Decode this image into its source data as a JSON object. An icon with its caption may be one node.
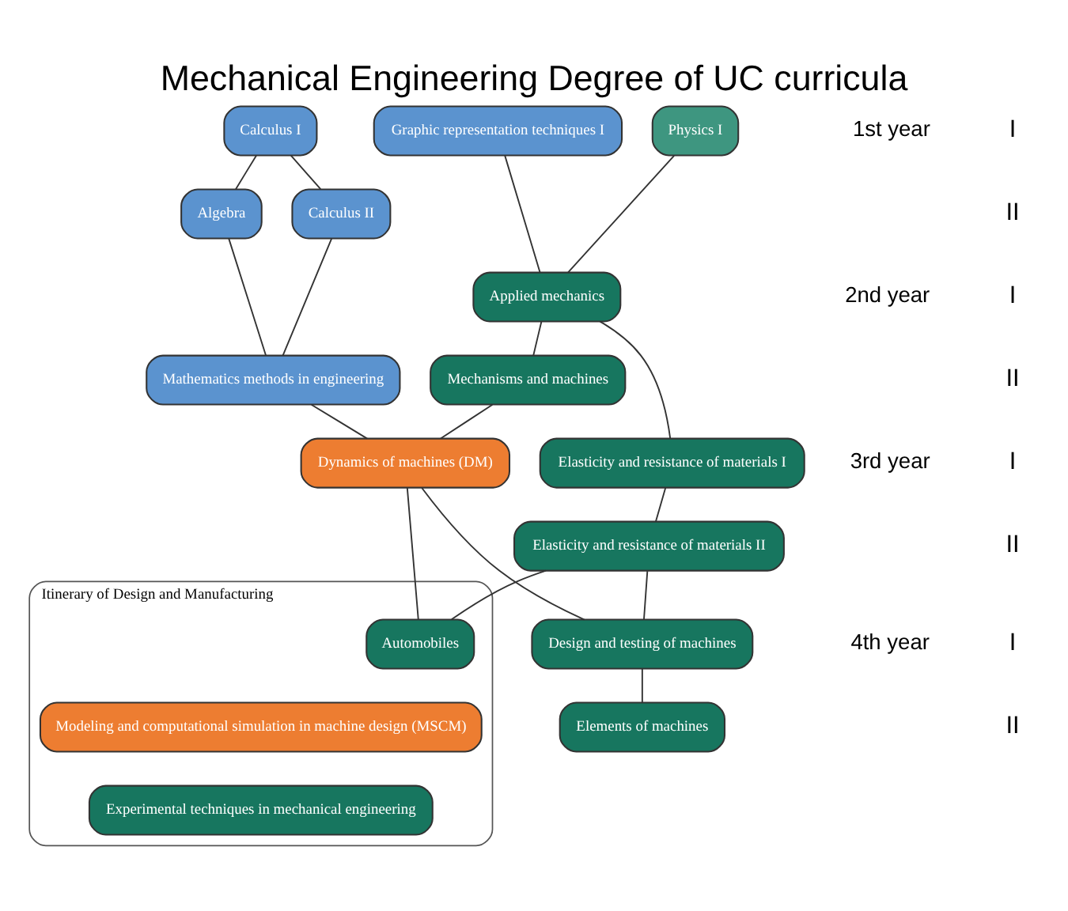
{
  "diagram": {
    "title": "Mechanical Engineering Degree of UC curricula",
    "nodes": [
      {
        "text": [
          "Calculus I"
        ]
      },
      {
        "text": [
          "Graphic representation techniques I"
        ]
      },
      {
        "text": [
          "Physics I"
        ]
      },
      {
        "text": [
          "Calculus II"
        ]
      },
      {
        "text": [
          "Algebra"
        ]
      },
      {
        "text": [
          "Applied mechanics"
        ]
      },
      {
        "text": [
          "Mathematics methods in engineering"
        ]
      },
      {
        "text": [
          "Mechanisms and machines"
        ]
      },
      {
        "text": [
          "Dynamics of machines (DM)"
        ]
      },
      {
        "text": [
          "Elasticity and resistance of materials I"
        ]
      },
      {
        "text": [
          "Elasticity and resistance of materials II"
        ]
      },
      {
        "text": [
          "Itinerary of Design and Manufacturing"
        ]
      },
      {
        "text": [
          "Automobiles"
        ],
        "in": 11
      },
      {
        "text": [
          "Design and testing of machines"
        ]
      },
      {
        "text": [
          "Modeling and computational simulation in machine design (MSCM)"
        ],
        "in": 11
      },
      {
        "text": [
          "Elements of machines"
        ]
      },
      {
        "text": [
          "Experimental techniques in mechanical engineering"
        ],
        "in": 11
      }
    ],
    "edges": [
      {
        "from": 0,
        "to": 3,
        "arrow": "none"
      },
      {
        "from": 0,
        "to": 4,
        "arrow": "none"
      },
      {
        "from": 1,
        "to": 5,
        "arrow": "none"
      },
      {
        "from": 2,
        "to": 5,
        "arrow": "none"
      },
      {
        "from": 3,
        "to": 6,
        "arrow": "none"
      },
      {
        "from": 4,
        "to": 6,
        "arrow": "none"
      },
      {
        "from": 5,
        "to": 7,
        "arrow": "none"
      },
      {
        "from": 5,
        "to": 9,
        "arrow": "none"
      },
      {
        "from": 6,
        "to": 8,
        "arrow": "none"
      },
      {
        "from": 7,
        "to": 8,
        "arrow": "none"
      },
      {
        "from": 8,
        "to": 13,
        "arrow": "none"
      },
      {
        "from": 8,
        "to": 12,
        "arrow": "none"
      },
      {
        "from": 9,
        "to": 10,
        "arrow": "none"
      },
      {
        "from": 10,
        "to": 13,
        "arrow": "none"
      },
      {
        "from": 10,
        "to": 12,
        "arrow": "none"
      },
      {
        "from": 13,
        "to": 15,
        "arrow": "none"
      }
    ],
    "labels": [
      "1st year",
      "I",
      "II",
      "2nd year",
      "I",
      "II",
      "3rd year",
      "I",
      "II",
      "4th year",
      "I",
      "II"
    ]
  }
}
